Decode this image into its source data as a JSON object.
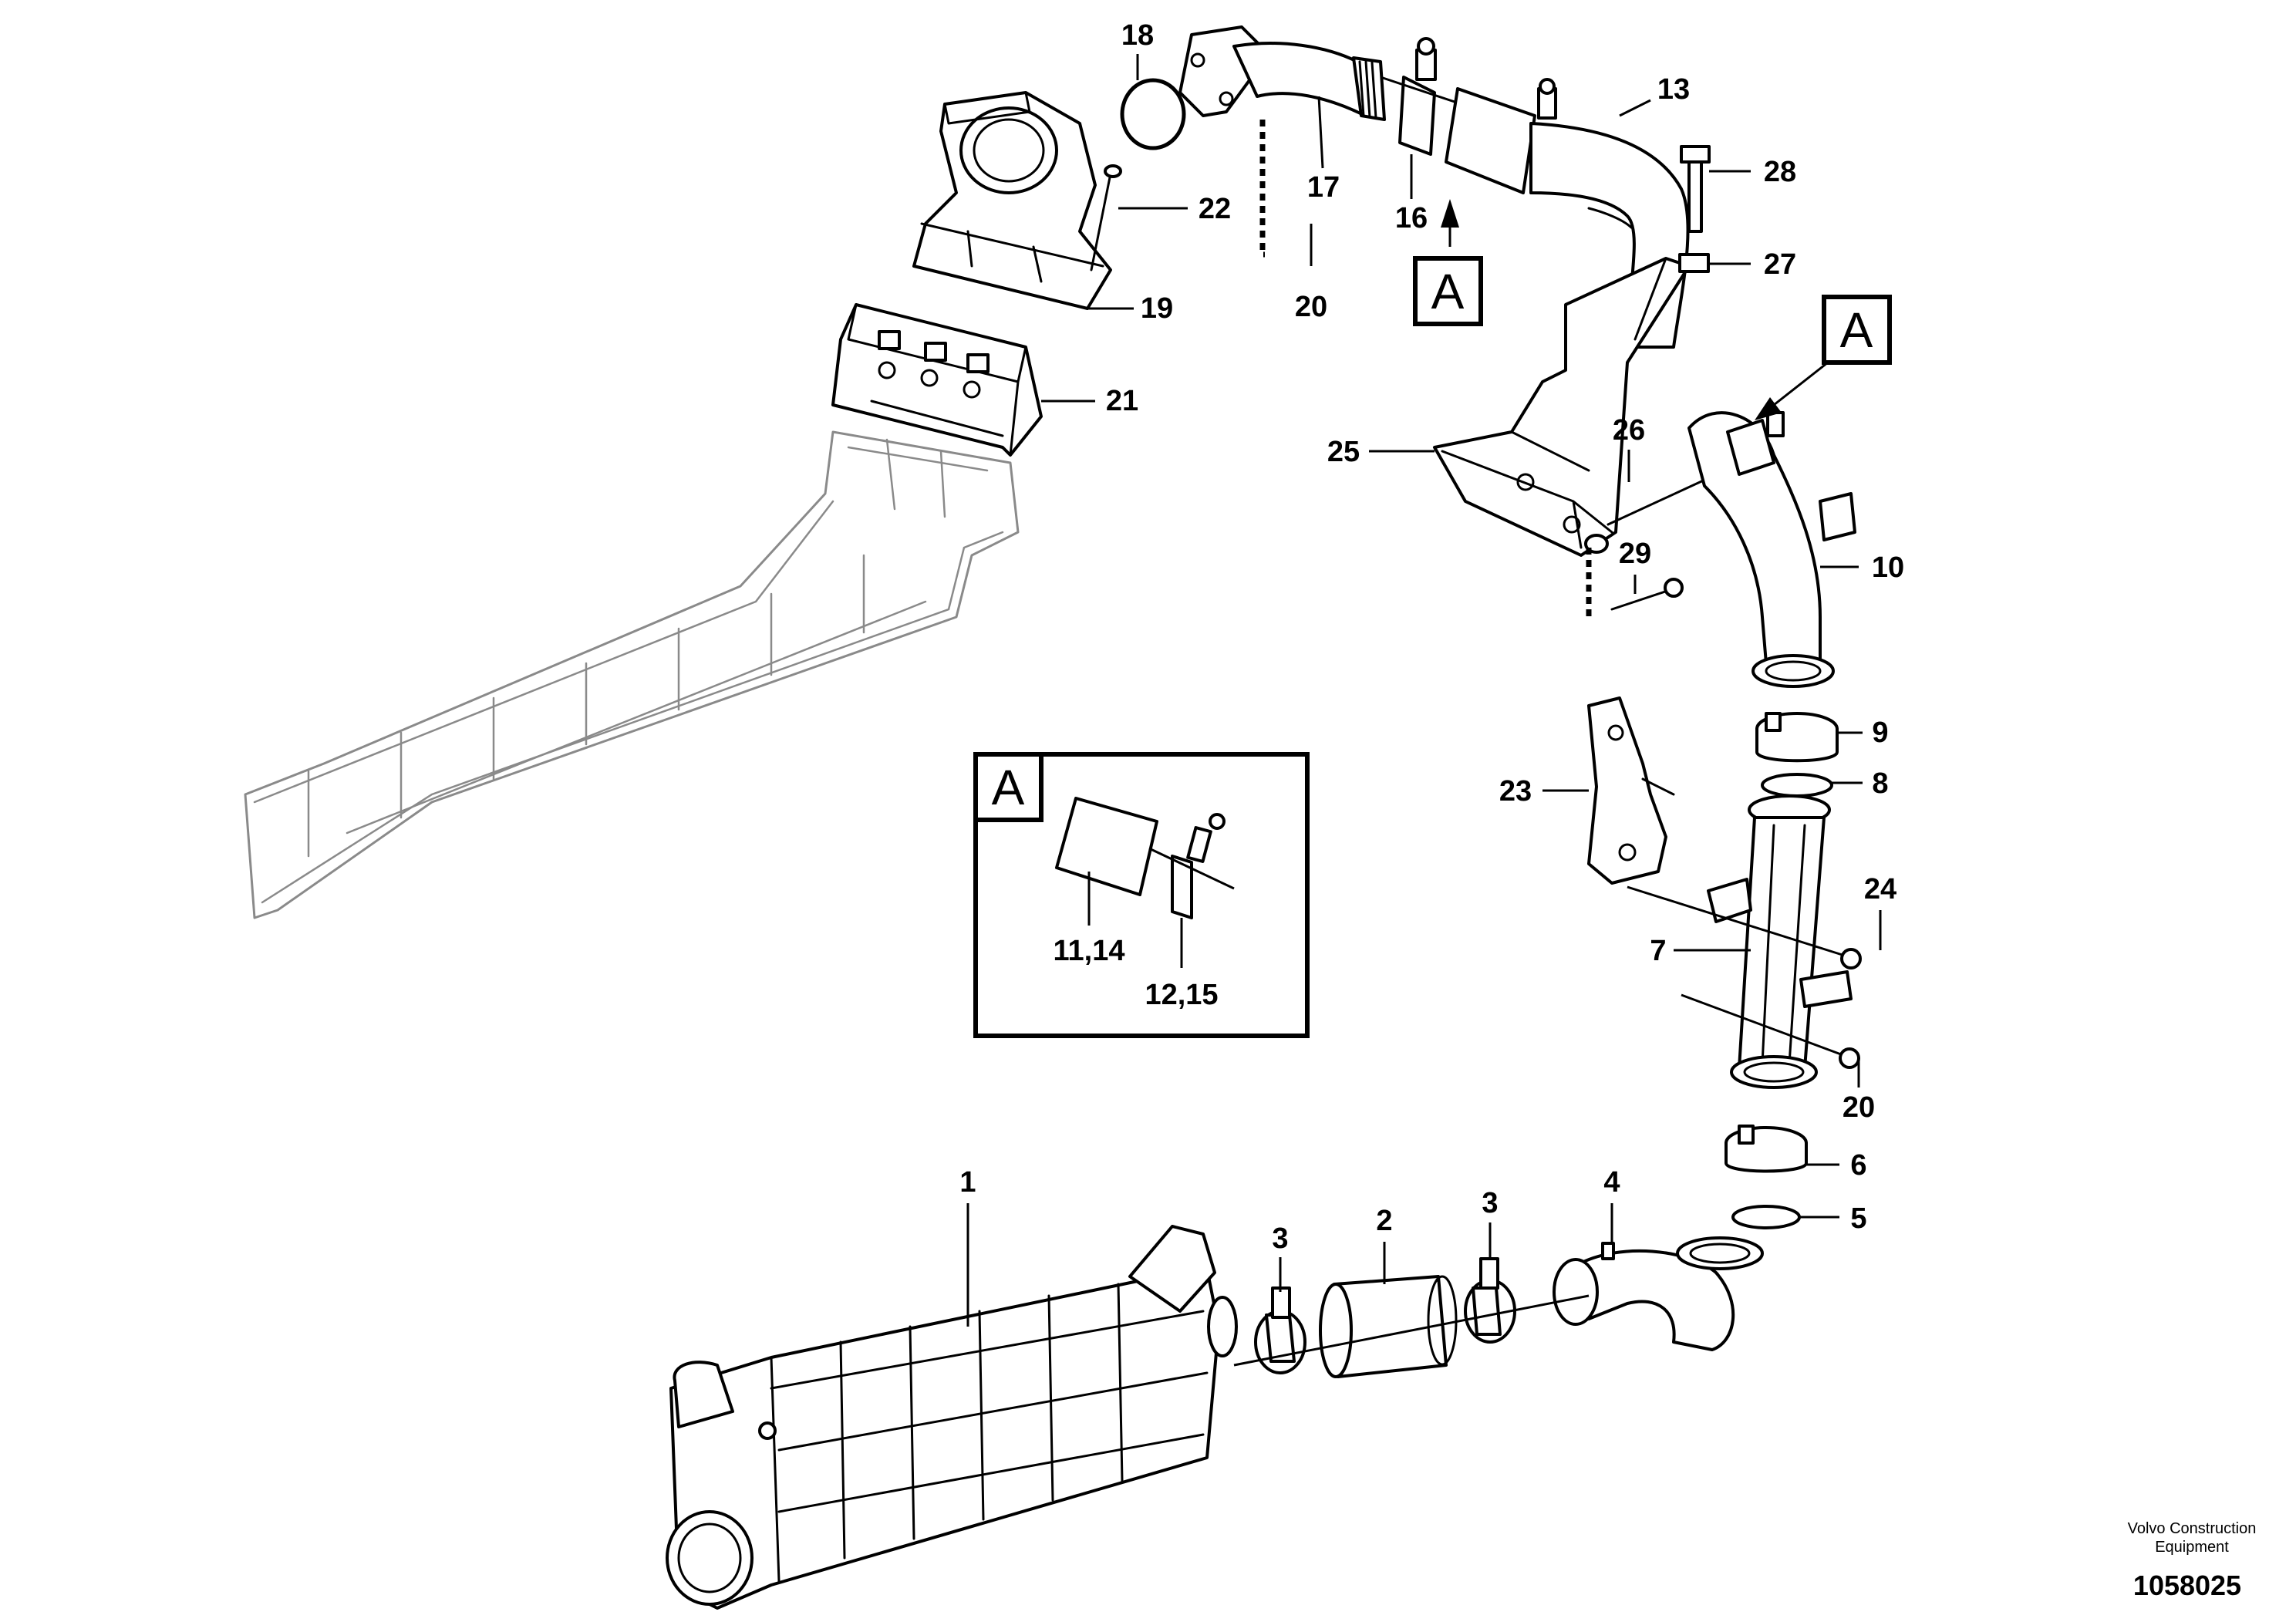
{
  "diagram": {
    "callouts": {
      "c1": "1",
      "c2": "2",
      "c3a": "3",
      "c3b": "3",
      "c4": "4",
      "c5": "5",
      "c6": "6",
      "c7": "7",
      "c8": "8",
      "c9": "9",
      "c10": "10",
      "c13": "13",
      "c16": "16",
      "c17": "17",
      "c18": "18",
      "c19": "19",
      "c20a": "20",
      "c20b": "20",
      "c21": "21",
      "c22": "22",
      "c23": "23",
      "c24": "24",
      "c25": "25",
      "c26": "26",
      "c27": "27",
      "c28": "28",
      "c29": "29"
    },
    "reference_marks": {
      "arrow_top": "A",
      "arrow_right": "A"
    },
    "detail_view": {
      "letter": "A",
      "label_hose": "11,14",
      "label_clamp": "12,15"
    }
  },
  "footer": {
    "org_line1": "Volvo Construction",
    "org_line2": "Equipment",
    "drawing_number": "1058025"
  }
}
